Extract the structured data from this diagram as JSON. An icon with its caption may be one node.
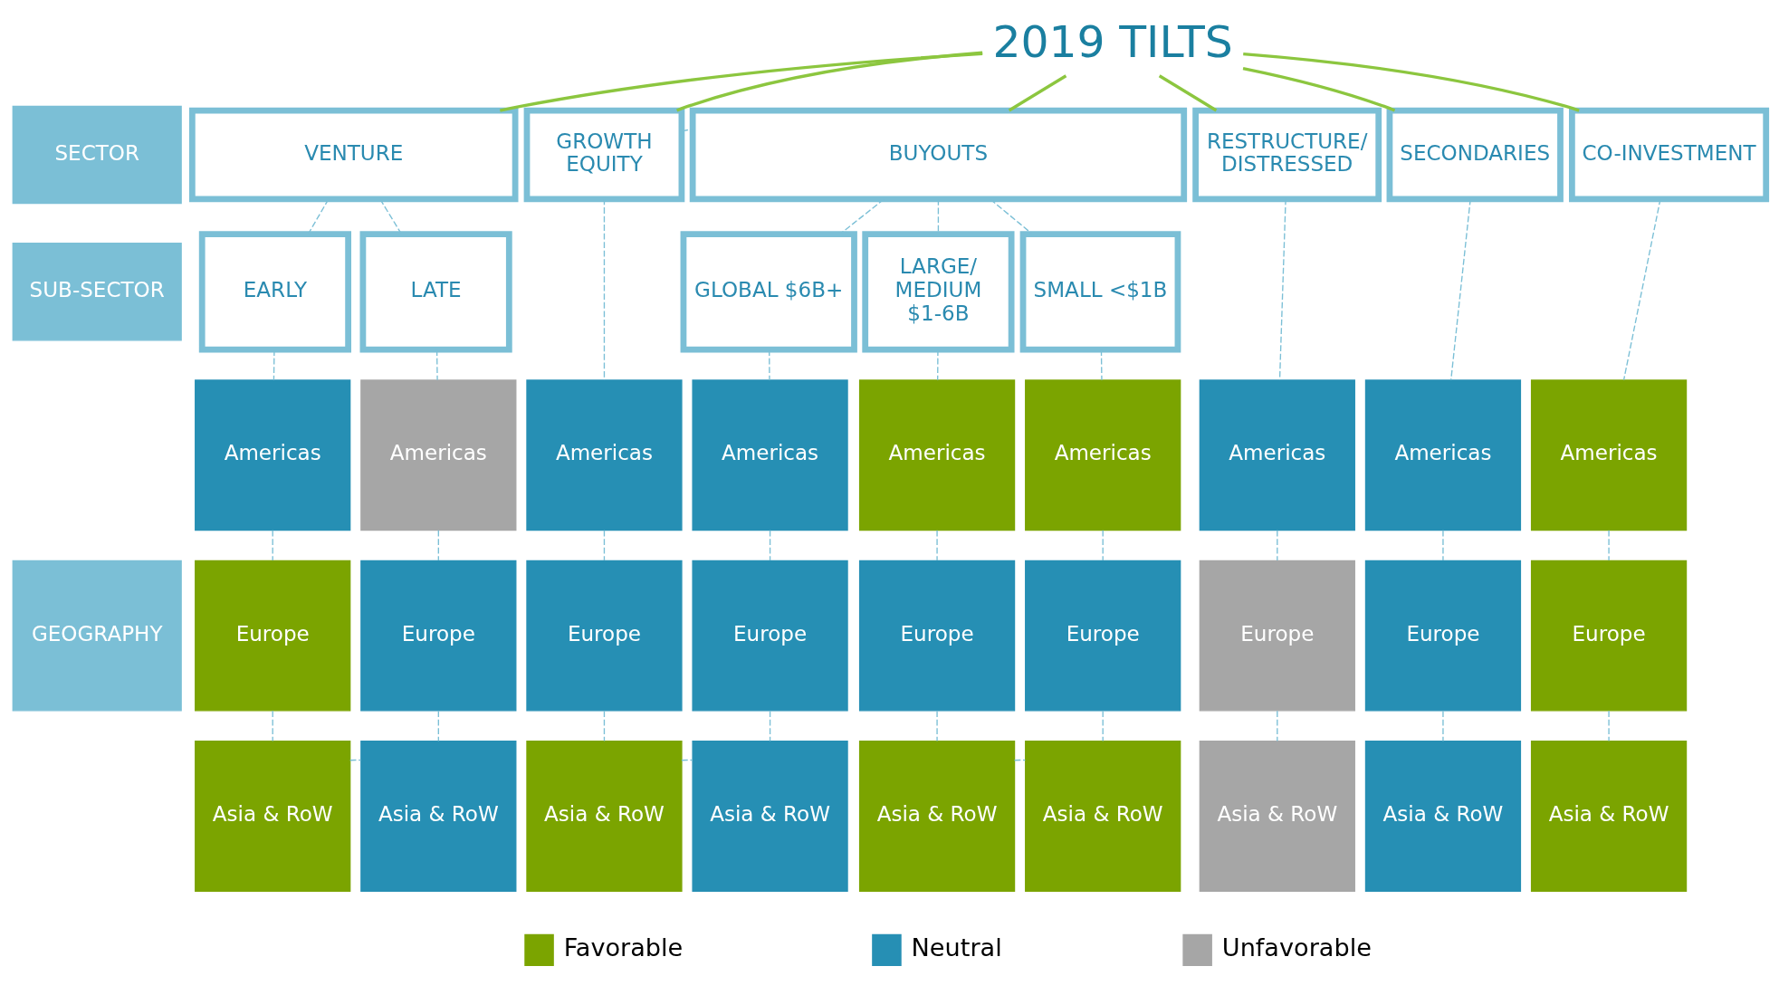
{
  "diagram": {
    "nodes": [
      {
        "text": [
          "2019 TILTS"
        ]
      },
      {
        "text": [
          "SECTOR"
        ]
      },
      {
        "text": [
          "SUB-SECTOR"
        ]
      },
      {
        "text": [
          "GEOGRAPHY"
        ]
      },
      {
        "text": [
          "VENTURE"
        ]
      },
      {
        "text": [
          "GROWTH EQUITY"
        ]
      },
      {
        "text": [
          "BUYOUTS"
        ]
      },
      {
        "text": [
          "RESTRUCTURE/ DISTRESSED"
        ]
      },
      {
        "text": [
          "SECONDARIES"
        ]
      },
      {
        "text": [
          "CO-INVESTMENT"
        ]
      },
      {
        "text": [
          "EARLY"
        ]
      },
      {
        "text": [
          "LATE"
        ]
      },
      {
        "text": [
          "GLOBAL $6B+"
        ]
      },
      {
        "text": [
          "LARGE/ MEDIUM $1-6B"
        ]
      },
      {
        "text": [
          "SMALL <$1B"
        ]
      },
      {
        "text": [
          "Americas"
        ]
      },
      {
        "text": [
          "Americas"
        ]
      },
      {
        "text": [
          "Americas"
        ]
      },
      {
        "text": [
          "Americas"
        ]
      },
      {
        "text": [
          "Americas"
        ]
      },
      {
        "text": [
          "Americas"
        ]
      },
      {
        "text": [
          "Americas"
        ]
      },
      {
        "text": [
          "Americas"
        ]
      },
      {
        "text": [
          "Americas"
        ]
      },
      {
        "text": [
          "Europe"
        ]
      },
      {
        "text": [
          "Europe"
        ]
      },
      {
        "text": [
          "Europe"
        ]
      },
      {
        "text": [
          "Europe"
        ]
      },
      {
        "text": [
          "Europe"
        ]
      },
      {
        "text": [
          "Europe"
        ]
      },
      {
        "text": [
          "Europe"
        ]
      },
      {
        "text": [
          "Europe"
        ]
      },
      {
        "text": [
          "Europe"
        ]
      },
      {
        "text": [
          "Asia & RoW"
        ]
      },
      {
        "text": [
          "Asia & RoW"
        ]
      },
      {
        "text": [
          "Asia & RoW"
        ]
      },
      {
        "text": [
          "Asia & RoW"
        ]
      },
      {
        "text": [
          "Asia & RoW"
        ]
      },
      {
        "text": [
          "Asia & RoW"
        ]
      },
      {
        "text": [
          "Asia & RoW"
        ]
      },
      {
        "text": [
          "Asia & RoW"
        ]
      },
      {
        "text": [
          "Asia & RoW"
        ]
      }
    ],
    "edges": [
      {
        "from": 0,
        "to": 4,
        "arrow": "none",
        "color": "#8cc63f"
      },
      {
        "from": 0,
        "to": 5,
        "arrow": "none",
        "color": "#8cc63f"
      },
      {
        "from": 0,
        "to": 6,
        "arrow": "none",
        "color": "#8cc63f"
      },
      {
        "from": 0,
        "to": 7,
        "arrow": "none",
        "color": "#8cc63f"
      },
      {
        "from": 0,
        "to": 8,
        "arrow": "none",
        "color": "#8cc63f"
      },
      {
        "from": 0,
        "to": 9,
        "arrow": "none",
        "color": "#8cc63f"
      },
      {
        "from": 5,
        "to": 6,
        "arrow": "none",
        "style": "dashed"
      },
      {
        "from": 4,
        "to": 10,
        "arrow": "none",
        "style": "dashed"
      },
      {
        "from": 4,
        "to": 11,
        "arrow": "none",
        "style": "dashed"
      },
      {
        "from": 6,
        "to": 12,
        "arrow": "none",
        "style": "dashed"
      },
      {
        "from": 6,
        "to": 13,
        "arrow": "none",
        "style": "dashed"
      },
      {
        "from": 6,
        "to": 14,
        "arrow": "none",
        "style": "dashed"
      },
      {
        "from": 10,
        "to": 15,
        "arrow": "none",
        "style": "dashed"
      },
      {
        "from": 11,
        "to": 16,
        "arrow": "none",
        "style": "dashed"
      },
      {
        "from": 5,
        "to": 17,
        "arrow": "none",
        "style": "dashed"
      },
      {
        "from": 12,
        "to": 18,
        "arrow": "none",
        "style": "dashed"
      },
      {
        "from": 13,
        "to": 19,
        "arrow": "none",
        "style": "dashed"
      },
      {
        "from": 14,
        "to": 20,
        "arrow": "none",
        "style": "dashed"
      },
      {
        "from": 7,
        "to": 21,
        "arrow": "none",
        "style": "dashed"
      },
      {
        "from": 8,
        "to": 22,
        "arrow": "none",
        "style": "dashed"
      },
      {
        "from": 9,
        "to": 23,
        "arrow": "none",
        "style": "dashed"
      },
      {
        "from": 15,
        "to": 24,
        "arrow": "none",
        "style": "dashed"
      },
      {
        "from": 16,
        "to": 25,
        "arrow": "none",
        "style": "dashed"
      },
      {
        "from": 17,
        "to": 26,
        "arrow": "none",
        "style": "dashed"
      },
      {
        "from": 18,
        "to": 27,
        "arrow": "none",
        "style": "dashed"
      },
      {
        "from": 19,
        "to": 28,
        "arrow": "none",
        "style": "dashed"
      },
      {
        "from": 20,
        "to": 29,
        "arrow": "none",
        "style": "dashed"
      },
      {
        "from": 21,
        "to": 30,
        "arrow": "none",
        "style": "dashed"
      },
      {
        "from": 22,
        "to": 31,
        "arrow": "none",
        "style": "dashed"
      },
      {
        "from": 23,
        "to": 32,
        "arrow": "none",
        "style": "dashed"
      },
      {
        "from": 24,
        "to": 33,
        "arrow": "none",
        "style": "dashed"
      },
      {
        "from": 25,
        "to": 34,
        "arrow": "none",
        "style": "dashed"
      },
      {
        "from": 26,
        "to": 35,
        "arrow": "none",
        "style": "dashed"
      },
      {
        "from": 27,
        "to": 36,
        "arrow": "none",
        "style": "dashed"
      },
      {
        "from": 28,
        "to": 37,
        "arrow": "none",
        "style": "dashed"
      },
      {
        "from": 29,
        "to": 38,
        "arrow": "none",
        "style": "dashed"
      },
      {
        "from": 30,
        "to": 39,
        "arrow": "none",
        "style": "dashed"
      },
      {
        "from": 31,
        "to": 40,
        "arrow": "none",
        "style": "dashed"
      },
      {
        "from": 32,
        "to": 41,
        "arrow": "none",
        "style": "dashed"
      },
      {
        "from": 33,
        "to": 34,
        "arrow": "none",
        "style": "dashed"
      },
      {
        "from": 35,
        "to": 36,
        "arrow": "none",
        "style": "dashed"
      },
      {
        "from": 37,
        "to": 38,
        "arrow": "none",
        "style": "dashed"
      }
    ],
    "legend": [
      {
        "text": "Favorable",
        "color": "#7ba400"
      },
      {
        "text": "Neutral",
        "color": "#268fb4"
      },
      {
        "text": "Unfavorable",
        "color": "#a6a6a6"
      }
    ]
  }
}
